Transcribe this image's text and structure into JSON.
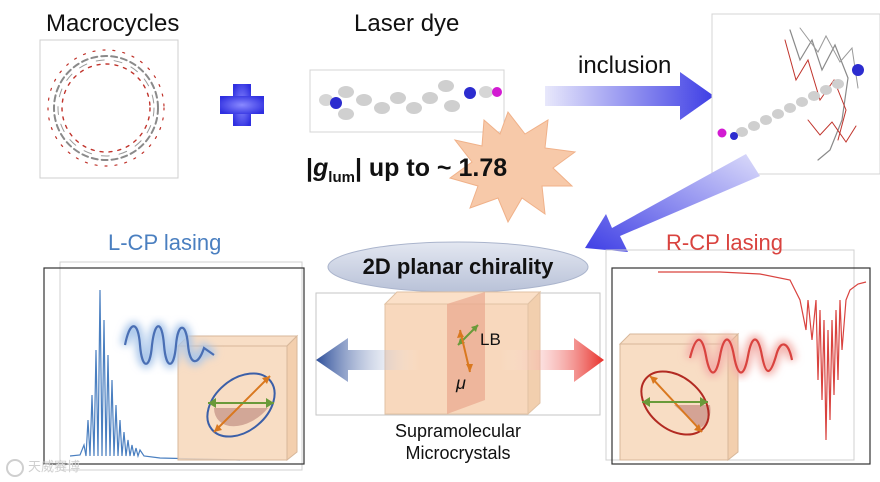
{
  "labels": {
    "macrocycles": "Macrocycles",
    "laser_dye": "Laser dye",
    "inclusion": "inclusion",
    "glum_prefix": "|",
    "glum_g": "g",
    "glum_sub": "lum",
    "glum_suffix": "| up to ~ 1.78",
    "l_cp": "L-CP lasing",
    "r_cp": "R-CP lasing",
    "chirality": "2D planar chirality",
    "lb": "LB",
    "mu": "μ",
    "supra_line1": "Supramolecular",
    "supra_line2": "Microcrystals",
    "watermark": "天威赛博"
  },
  "colors": {
    "blue_accent": "#4a7fc0",
    "red_accent": "#d9433f",
    "arrow_blue": "#4545e6",
    "chirality_oval": "#cfd6e6",
    "crystal": "#f6d2b4",
    "burst": "#f7c9a9",
    "pos_arrow": "#6a9a3a",
    "neg_arrow": "#d9781f"
  },
  "icons": {
    "plus": "plus-icon",
    "inclusion_arrow": "arrow-right-icon",
    "down_arrow": "arrow-diagonal-icon"
  }
}
